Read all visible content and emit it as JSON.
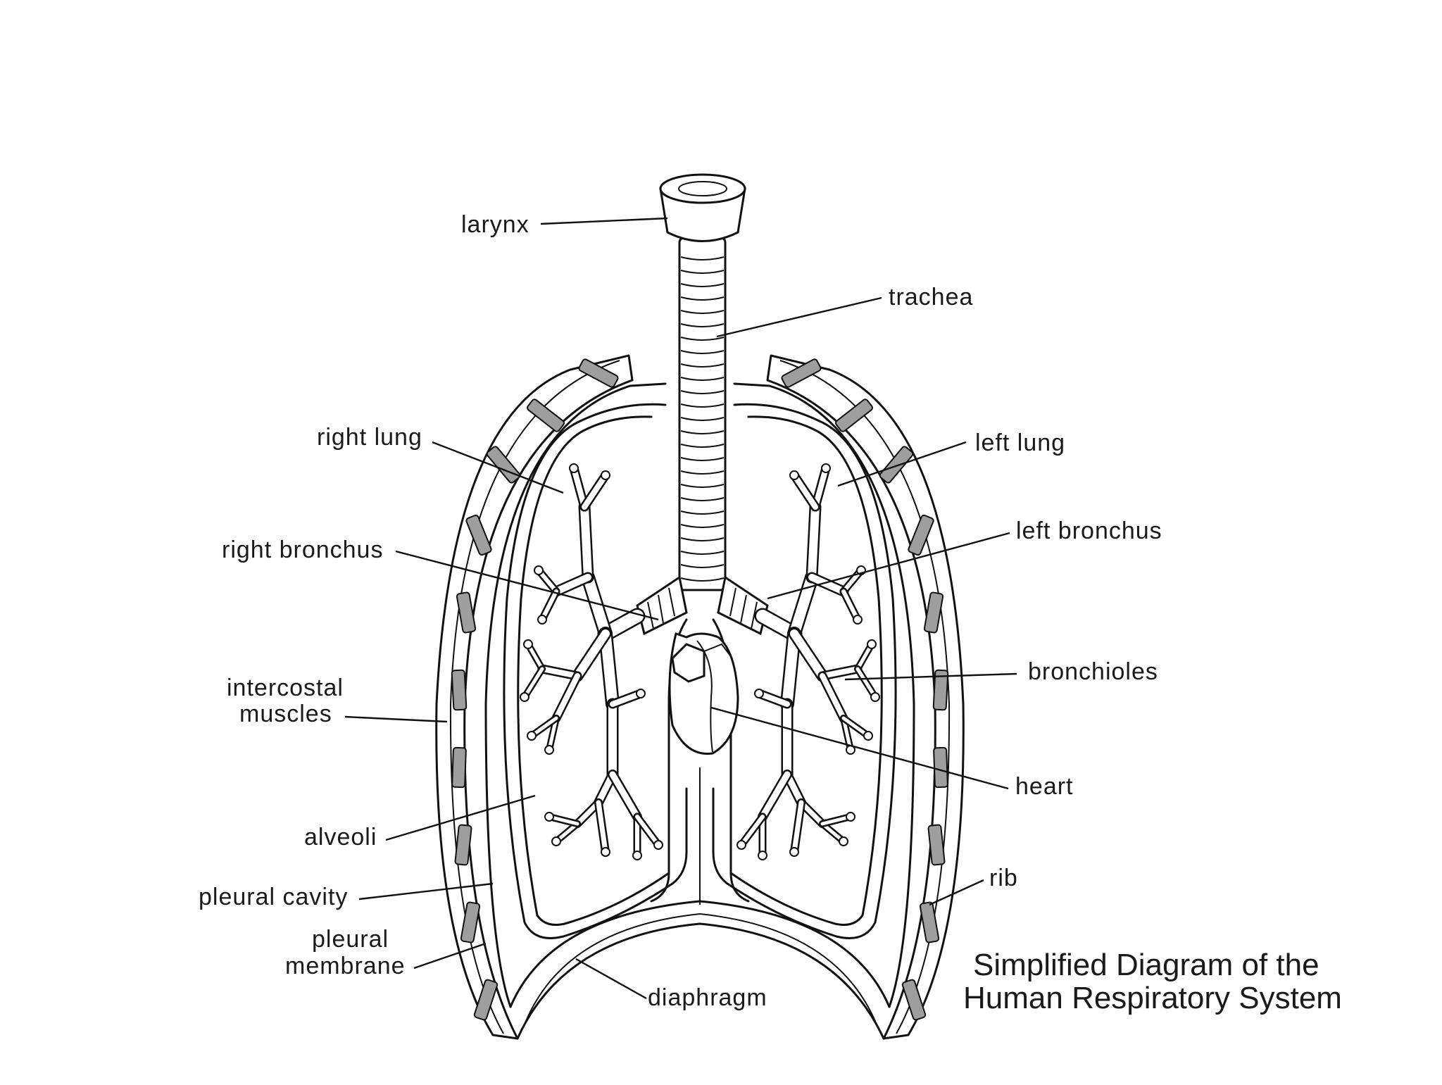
{
  "title": {
    "line1": "Simplified Diagram of the",
    "line2": "Human Respiratory System"
  },
  "labels": {
    "larynx": "larynx",
    "trachea": "trachea",
    "right_lung": "right lung",
    "left_lung": "left lung",
    "right_bronchus": "right bronchus",
    "left_bronchus": "left bronchus",
    "bronchioles": "bronchioles",
    "intercostal_line1": "intercostal",
    "intercostal_line2": "muscles",
    "heart": "heart",
    "alveoli": "alveoli",
    "pleural_cavity": "pleural cavity",
    "rib": "rib",
    "pleural_membrane_line1": "pleural",
    "pleural_membrane_line2": "membrane",
    "diaphragm": "diaphragm"
  },
  "colors": {
    "ink": "#111111",
    "rib_fill": "#9e9e9e",
    "background": "#ffffff"
  }
}
